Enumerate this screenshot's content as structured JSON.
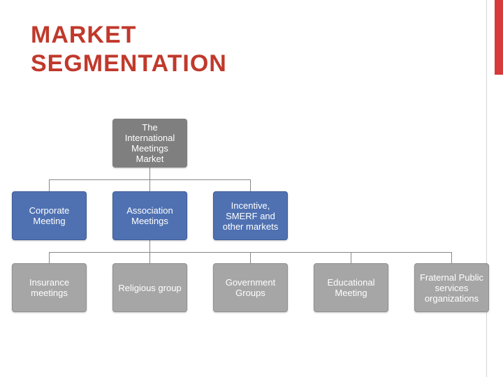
{
  "slide": {
    "title": "MARKET\nSEGMENTATION",
    "accent_color": "#d63a3a",
    "title_color": "#c0392b"
  },
  "diagram": {
    "root": "The\nInternational\nMeetings\nMarket",
    "row1": [
      {
        "label": "Corporate\nMeeting"
      },
      {
        "label": "Association\nMeetings"
      },
      {
        "label": "Incentive,\nSMERF and\nother markets"
      }
    ],
    "row2": [
      {
        "label": "Insurance\nmeetings"
      },
      {
        "label": "Religious group"
      },
      {
        "label": "Government\nGroups"
      },
      {
        "label": "Educational\nMeeting"
      },
      {
        "label": "Fraternal Public\nservices\norganizations"
      }
    ]
  }
}
